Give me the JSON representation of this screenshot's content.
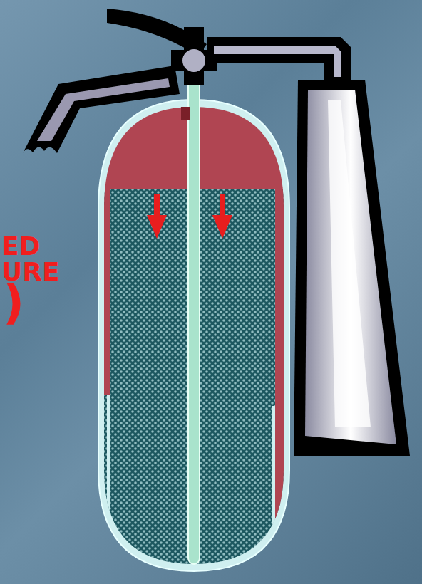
{
  "diagram": {
    "labels": [
      "ED",
      "URE",
      ")"
    ]
  }
}
